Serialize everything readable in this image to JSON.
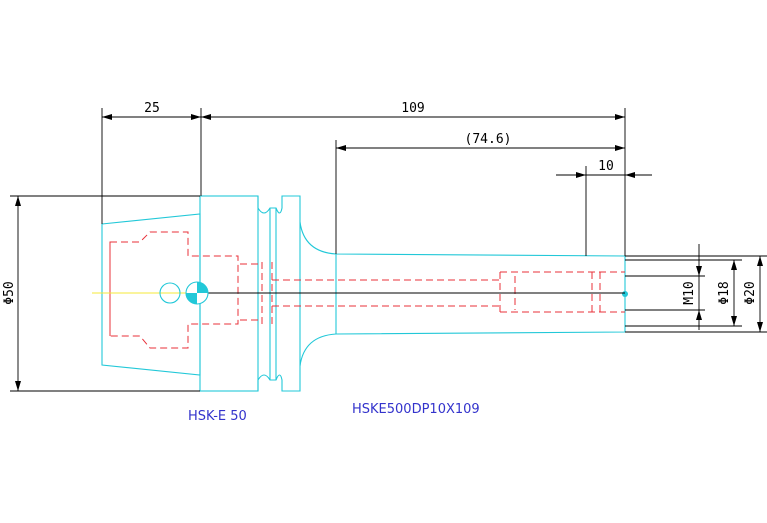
{
  "dimensions": {
    "flange_width": "25",
    "total_length": "109",
    "shank_length": "(74.6)",
    "bore_depth": "10",
    "flange_diameter": "Φ50",
    "thread": "M10",
    "bore_diameter": "Φ18",
    "shank_diameter": "Φ20"
  },
  "labels": {
    "interface": "HSK-E 50",
    "part_number": "HSKE500DP10X109"
  },
  "colors": {
    "outline": "#22c8d8",
    "hidden_lines": "#e8303a",
    "dimensions": "#000000",
    "labels": "#3333cc"
  }
}
